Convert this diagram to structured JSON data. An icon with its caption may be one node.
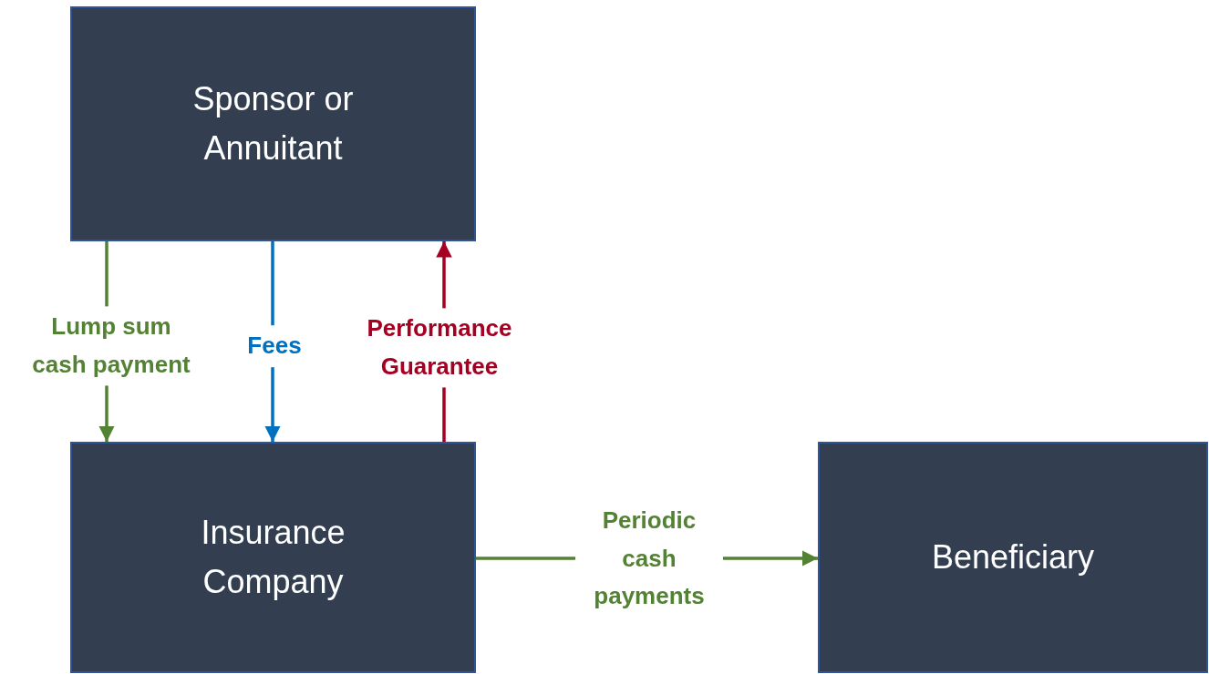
{
  "diagram": {
    "nodes": [
      {
        "text": [
          "Sponsor or Annuitant"
        ]
      },
      {
        "text": [
          "Insurance Company"
        ]
      },
      {
        "text": [
          "Beneficiary"
        ]
      }
    ],
    "edges": [
      {
        "from": 0,
        "to": 1,
        "arrow": "to",
        "label": "Lump sum cash payment",
        "color": "#548235"
      },
      {
        "from": 0,
        "to": 1,
        "arrow": "to",
        "label": "Fees",
        "color": "#0070c0"
      },
      {
        "from": 1,
        "to": 0,
        "arrow": "to",
        "label": "Performance Guarantee",
        "color": "#a50021"
      },
      {
        "from": 1,
        "to": 2,
        "arrow": "to",
        "label": "Periodic cash payments",
        "color": "#548235"
      }
    ]
  }
}
